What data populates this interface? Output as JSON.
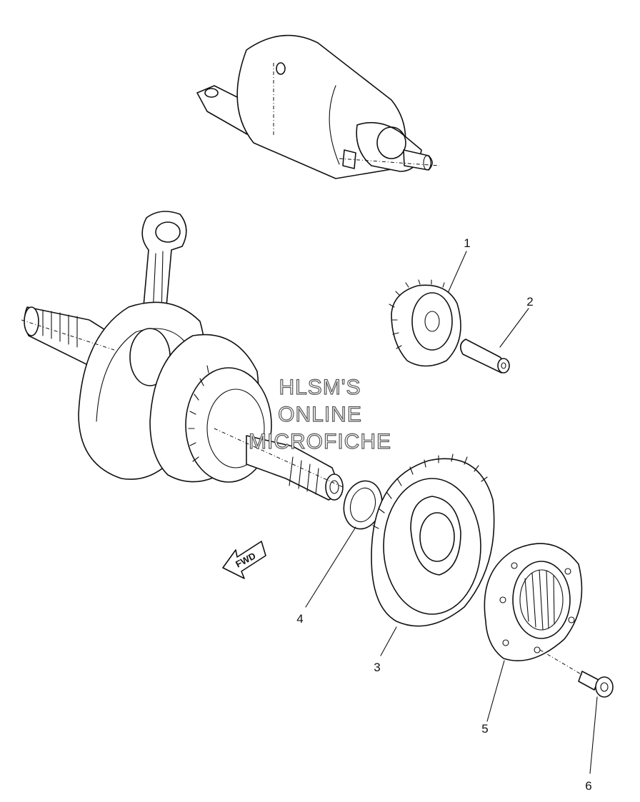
{
  "watermark": {
    "line1": "HLSM'S",
    "line2": "ONLINE",
    "line3": "MICROFICHE"
  },
  "direction_arrow": {
    "label": "FWD",
    "icon": "fwd-arrow-icon"
  },
  "callouts": [
    {
      "number": "1",
      "part": "idler-gear"
    },
    {
      "number": "2",
      "part": "shaft"
    },
    {
      "number": "3",
      "part": "starter-wheel-gear"
    },
    {
      "number": "4",
      "part": "washer"
    },
    {
      "number": "5",
      "part": "one-way-clutch"
    },
    {
      "number": "6",
      "part": "bolt"
    }
  ]
}
